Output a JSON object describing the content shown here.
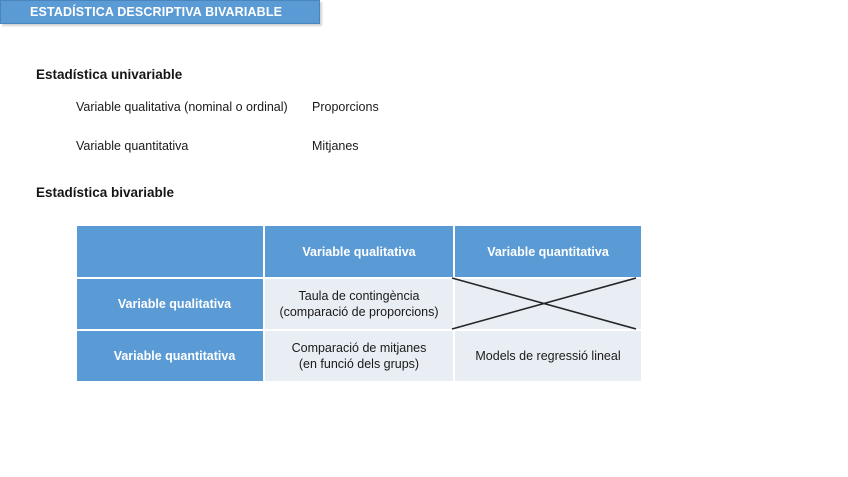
{
  "slide": {
    "title": "ESTADÍSTICA DESCRIPTIVA BIVARIABLE",
    "accent_color": "#5B9BD5",
    "cell_light_color": "#E9EDF4",
    "text_color": "#1a1a1a"
  },
  "univariable": {
    "heading": "Estadística univariable",
    "rows": [
      {
        "variable": "Variable qualitativa (nominal o ordinal)",
        "measure": "Proporcions"
      },
      {
        "variable": "Variable quantitativa",
        "measure": "Mitjanes"
      }
    ]
  },
  "bivariable": {
    "heading": "Estadística bivariable",
    "table": {
      "corner_label": "",
      "column_headers": [
        "Variable qualitativa",
        "Variable quantitativa"
      ],
      "rows": [
        {
          "label": "Variable qualitativa",
          "cells": [
            {
              "line1": "Taula de contingència",
              "line2": "(comparació de proporcions)",
              "crossed_out": false
            },
            {
              "line1": "",
              "line2": "",
              "crossed_out": true
            }
          ]
        },
        {
          "label": "Variable quantitativa",
          "cells": [
            {
              "line1": "Comparació de mitjanes",
              "line2": "(en funció dels grups)",
              "crossed_out": false
            },
            {
              "line1": "Models de regressió lineal",
              "line2": "",
              "crossed_out": false
            }
          ]
        }
      ]
    }
  }
}
